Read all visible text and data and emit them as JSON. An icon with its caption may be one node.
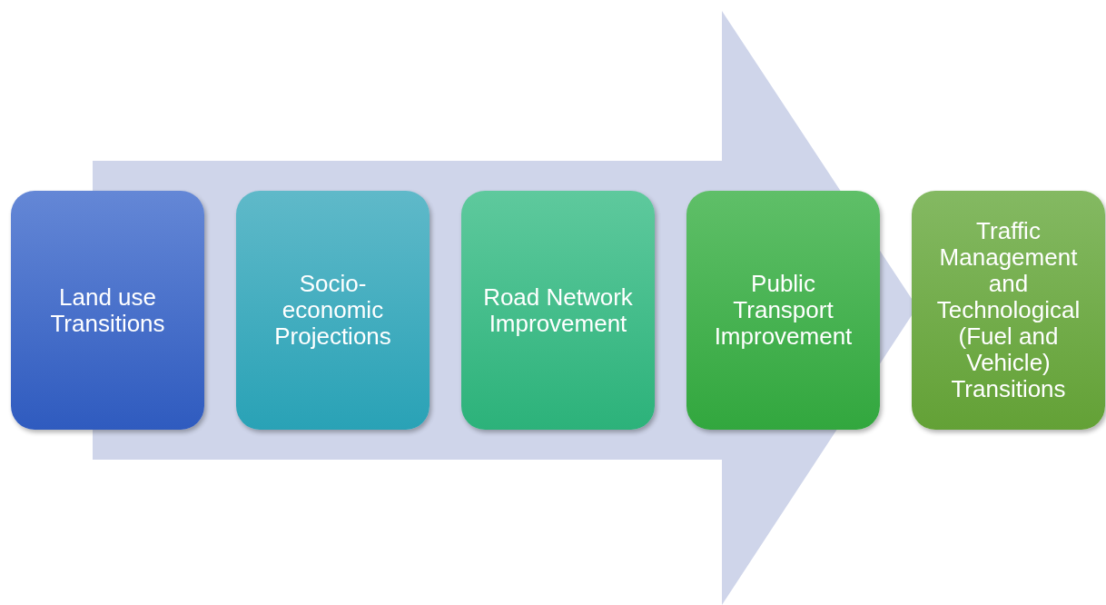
{
  "diagram": {
    "nodes": [
      {
        "text": [
          "Land use Transitions"
        ]
      },
      {
        "text": [
          "Socio-economic Projections"
        ]
      },
      {
        "text": [
          "Road Network Improvement"
        ]
      },
      {
        "text": [
          "Public Transport Improvement"
        ]
      },
      {
        "text": [
          "Traffic Management and Technological (Fuel and Vehicle) Transitions"
        ]
      }
    ],
    "edges": [
      {
        "from": 0,
        "to": 4,
        "arrow": "to"
      }
    ]
  }
}
